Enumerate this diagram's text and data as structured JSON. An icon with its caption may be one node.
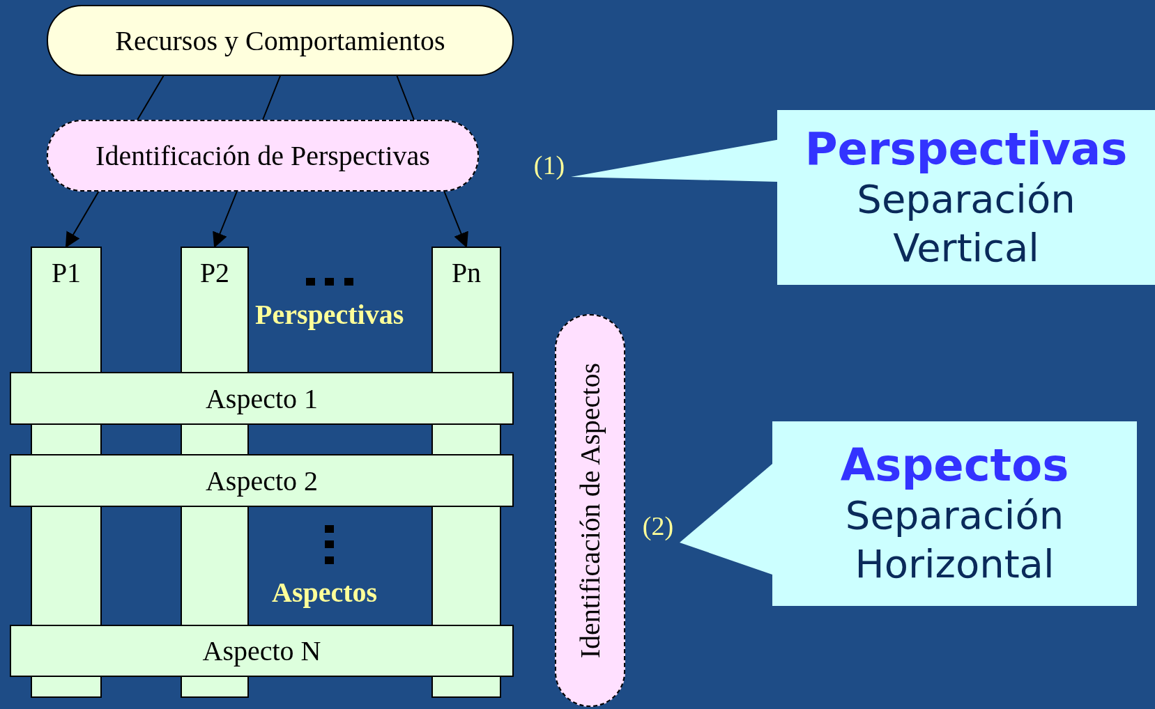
{
  "diagram": {
    "nodes": [
      {
        "text": [
          "Recursos y Comportamientos"
        ]
      },
      {
        "text": [
          "Identificación de Perspectivas"
        ]
      },
      {
        "text": [
          "P1"
        ]
      },
      {
        "text": [
          "P2"
        ]
      },
      {
        "text": [
          "Pn"
        ]
      },
      {
        "text": [
          "Aspecto 1"
        ]
      },
      {
        "text": [
          "Aspecto 2"
        ]
      },
      {
        "text": [
          "Aspecto N"
        ]
      },
      {
        "text": [
          "Identificación de Aspectos"
        ]
      },
      {
        "text": [
          "(1)"
        ]
      },
      {
        "text": [
          "Perspectivas",
          "Separación Vertical"
        ]
      },
      {
        "text": [
          "(2)"
        ]
      },
      {
        "text": [
          "Aspectos",
          "Separación Horizontal"
        ]
      }
    ],
    "edges": [
      {
        "from": 0,
        "to": 1,
        "arrow": "none"
      },
      {
        "from": 0,
        "to": 1,
        "arrow": "none"
      },
      {
        "from": 0,
        "to": 1,
        "arrow": "none"
      },
      {
        "from": 1,
        "to": 2,
        "arrow": "to"
      },
      {
        "from": 1,
        "to": 3,
        "arrow": "to"
      },
      {
        "from": 1,
        "to": 4,
        "arrow": "to"
      },
      {
        "from": 10,
        "to": 9,
        "arrow": "to"
      },
      {
        "from": 12,
        "to": 11,
        "arrow": "to"
      }
    ],
    "labels": [
      "Perspectivas",
      "Aspectos"
    ]
  }
}
